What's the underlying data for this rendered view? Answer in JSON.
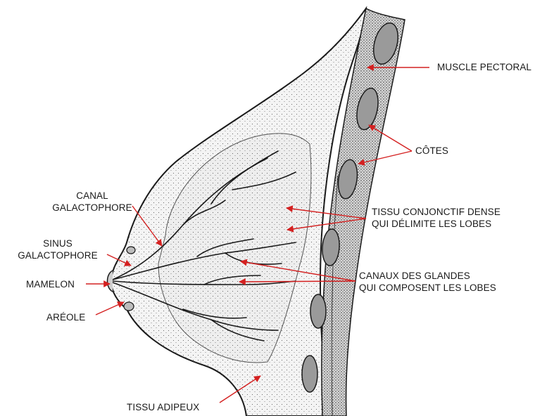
{
  "labels": {
    "muscle_pectoral": "MUSCLE PECTORAL",
    "cotes": "CÔTES",
    "canal_line1": "CANAL",
    "canal_line2": "GALACTOPHORE",
    "tissu_conjonctif_line1": "TISSU CONJONCTIF DENSE",
    "tissu_conjonctif_line2": "QUI DÉLIMITE  LES LOBES",
    "sinus_line1": "SINUS",
    "sinus_line2": "GALACTOPHORE",
    "canaux_line1": "CANAUX DES GLANDES",
    "canaux_line2": "QUI COMPOSENT LES LOBES",
    "mamelon": "MAMELON",
    "areole": "ARÉOLE",
    "tissu_adipeux": "TISSU ADIPEUX"
  },
  "colors": {
    "arrow": "#d42020",
    "ink": "#1a1a1a",
    "tissue": "#f2f2f2"
  }
}
